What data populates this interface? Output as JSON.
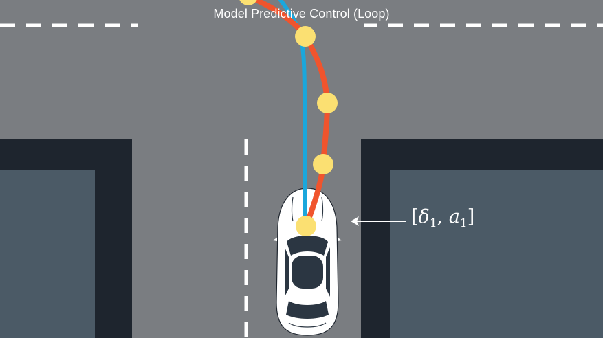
{
  "title": "Model Predictive Control (Loop)",
  "control_label": {
    "open": "[",
    "delta": "δ",
    "delta_sub": "1",
    "comma": ", ",
    "a": "a",
    "a_sub": "1",
    "close": "]"
  },
  "colors": {
    "road": "#7a7d81",
    "road_line": "#ffffff",
    "building_outline": "#1e252e",
    "building_fill": "#4b5a66",
    "reference_path": "#1aa7dc",
    "predicted_path": "#f0542d",
    "prediction_point": "#fbe072",
    "car_body": "#ffffff",
    "car_glass": "#2b3642"
  },
  "icons": {
    "car": "car-top-view-icon",
    "arrow": "arrow-left-icon"
  }
}
